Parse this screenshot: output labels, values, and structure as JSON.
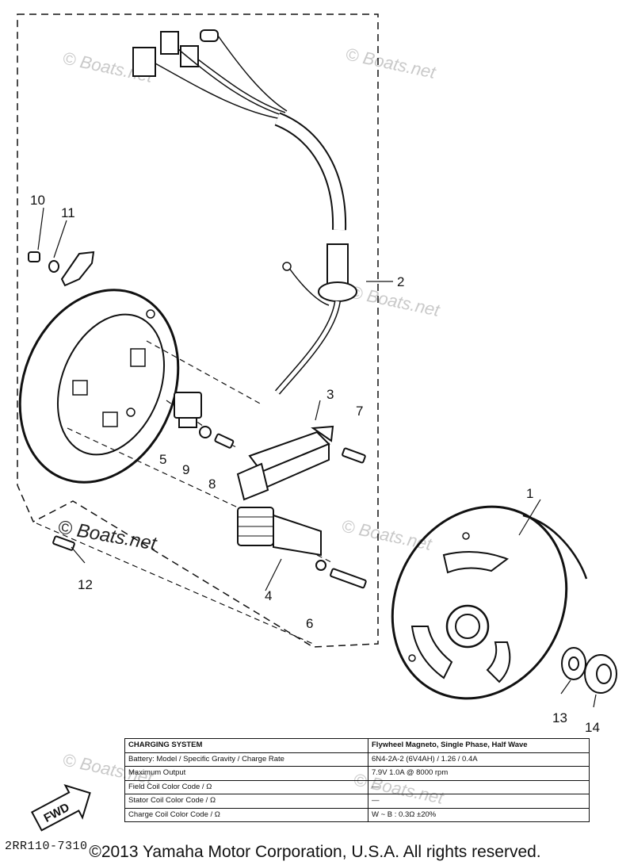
{
  "watermark": "© Boats.net",
  "callouts": [
    "1",
    "2",
    "3",
    "4",
    "5",
    "6",
    "7",
    "8",
    "9",
    "10",
    "11",
    "12",
    "13",
    "14"
  ],
  "fwd_label": "FWD",
  "part_code": "2RR110-7310",
  "copyright": "©2013 Yamaha Motor Corporation, U.S.A. All rights reserved.",
  "spec_table": {
    "header": [
      "CHARGING SYSTEM",
      "Flywheel Magneto, Single Phase, Half Wave"
    ],
    "rows": [
      [
        "Battery: Model / Specific Gravity / Charge Rate",
        "6N4-2A-2 (6V4AH) / 1.26 / 0.4A"
      ],
      [
        "Maximum Output",
        "7.9V 1.0A @ 8000 rpm"
      ],
      [
        "Field Coil Color Code / Ω",
        "—"
      ],
      [
        "Stator Coil Color Code / Ω",
        "—"
      ],
      [
        "Charge Coil Color Code / Ω",
        "W ~ B : 0.3Ω ±20%"
      ]
    ]
  }
}
